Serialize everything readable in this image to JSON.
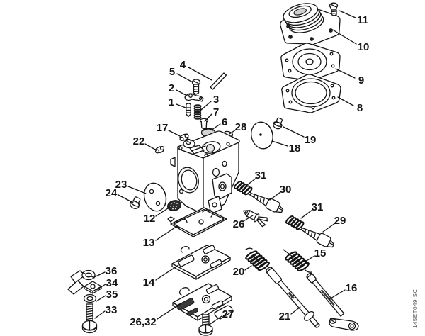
{
  "figure": {
    "kind": "exploded parts diagram of a carburetor",
    "watermark": "145ET049 SC",
    "background_color": "#ffffff",
    "line_color": "#141414"
  },
  "callouts": {
    "c1": {
      "label": "1"
    },
    "c2": {
      "label": "2"
    },
    "c3": {
      "label": "3"
    },
    "c4": {
      "label": "4"
    },
    "c5": {
      "label": "5"
    },
    "c6": {
      "label": "6"
    },
    "c7": {
      "label": "7"
    },
    "c8": {
      "label": "8"
    },
    "c9": {
      "label": "9"
    },
    "c10": {
      "label": "10"
    },
    "c11": {
      "label": "11"
    },
    "c12": {
      "label": "12"
    },
    "c13": {
      "label": "13"
    },
    "c14": {
      "label": "14"
    },
    "c15": {
      "label": "15"
    },
    "c16": {
      "label": "16"
    },
    "c17": {
      "label": "17"
    },
    "c18": {
      "label": "18"
    },
    "c19": {
      "label": "19"
    },
    "c20": {
      "label": "20"
    },
    "c21": {
      "label": "21"
    },
    "c22": {
      "label": "22"
    },
    "c23": {
      "label": "23"
    },
    "c24": {
      "label": "24"
    },
    "c26": {
      "label": "26"
    },
    "c27": {
      "label": "27"
    },
    "c28": {
      "label": "28"
    },
    "c29": {
      "label": "29"
    },
    "c30": {
      "label": "30"
    },
    "c31a": {
      "label": "31"
    },
    "c31b": {
      "label": "31"
    },
    "c2632": {
      "label": "26,32"
    },
    "c33": {
      "label": "33"
    },
    "c34": {
      "label": "34"
    },
    "c35": {
      "label": "35"
    },
    "c36": {
      "label": "36"
    }
  }
}
